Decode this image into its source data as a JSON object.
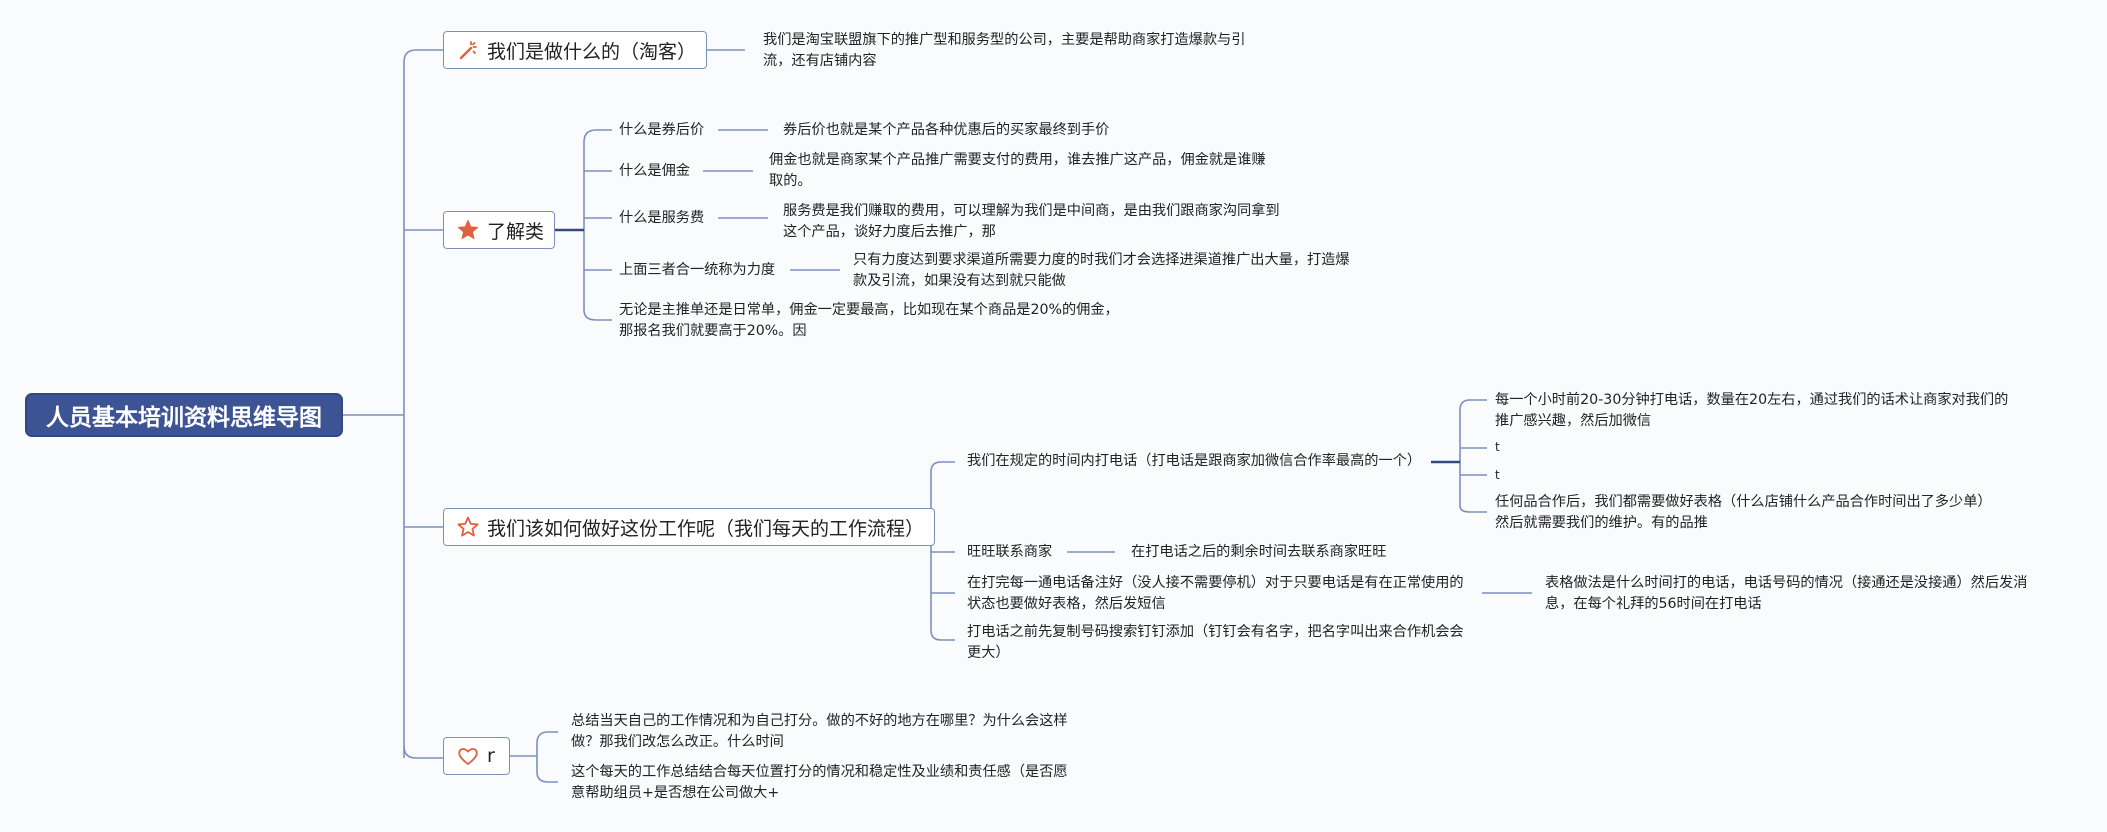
{
  "root": {
    "title": "人员基本培训资料思维导图"
  },
  "branch1": {
    "label": "我们是做什么的（淘客）",
    "icon": "magic-wand-icon",
    "desc_line1": "我们是淘宝联盟旗下的推广型和服务型的公司，主要是帮助商家打造爆款与引",
    "desc_line2": "流，还有店铺内容"
  },
  "branch2": {
    "label": "了解类",
    "icon": "star-filled-icon",
    "items": [
      {
        "label": "什么是券后价",
        "desc_line1": "券后价也就是某个产品各种优惠后的买家最终到手价",
        "desc_line2": ""
      },
      {
        "label": "什么是佣金",
        "desc_line1": "佣金也就是商家某个产品推广需要支付的费用，谁去推广这产品，佣金就是谁赚",
        "desc_line2": "取的。"
      },
      {
        "label": "什么是服务费",
        "desc_line1": "服务费是我们赚取的费用，可以理解为我们是中间商，是由我们跟商家沟同拿到",
        "desc_line2": "这个产品，谈好力度后去推广，那"
      },
      {
        "label": "上面三者合一统称为力度",
        "desc_line1": "只有力度达到要求渠道所需要力度的时我们才会选择进渠道推广出大量，打造爆",
        "desc_line2": "款及引流，如果没有达到就只能做"
      },
      {
        "label_line1": "无论是主推单还是日常单，佣金一定要最高，比如现在某个商品是20%的佣金，",
        "label_line2": "那报名我们就要高于20%。因"
      }
    ]
  },
  "branch3": {
    "label": "我们该如何做好这份工作呢（我们每天的工作流程）",
    "icon": "star-outline-icon",
    "items": [
      {
        "label": "我们在规定的时间内打电话（打电话是跟商家加微信合作率最高的一个）",
        "children": [
          {
            "line1": "每一个小时前20-30分钟打电话，数量在20左右，通过我们的话术让商家对我们的",
            "line2": "推广感兴趣，然后加微信"
          },
          {
            "line1": "t",
            "line2": ""
          },
          {
            "line1": "t",
            "line2": ""
          },
          {
            "line1": "任何品合作后，我们都需要做好表格（什么店铺什么产品合作时间出了多少单）",
            "line2": "然后就需要我们的维护。有的品推"
          }
        ]
      },
      {
        "label": "旺旺联系商家",
        "desc_line1": "在打电话之后的剩余时间去联系商家旺旺"
      },
      {
        "label_line1": "在打完每一通电话备注好（没人接不需要停机）对于只要电话是有在正常使用的",
        "label_line2": "状态也要做好表格，然后发短信",
        "desc_line1": "表格做法是什么时间打的电话，电话号码的情况（接通还是没接通）然后发消",
        "desc_line2": "息，在每个礼拜的56时间在打电话"
      },
      {
        "label_line1": "打电话之前先复制号码搜索钉钉添加（钉钉会有名字，把名字叫出来合作机会会",
        "label_line2": "更大）"
      }
    ]
  },
  "branch4": {
    "label": "r",
    "icon": "heart-icon",
    "items": [
      {
        "line1": "总结当天自己的工作情况和为自己打分。做的不好的地方在哪里？为什么会这样",
        "line2": "做？那我们改怎么改正。什么时间"
      },
      {
        "line1": "这个每天的工作总结结合每天位置打分的情况和稳定性及业绩和责任感（是否愿",
        "line2": "意帮助组员+是否想在公司做大+"
      }
    ]
  },
  "colors": {
    "root_fill": "#3d5494",
    "line": "#7d90bd",
    "icon_accent": "#e0603f"
  }
}
